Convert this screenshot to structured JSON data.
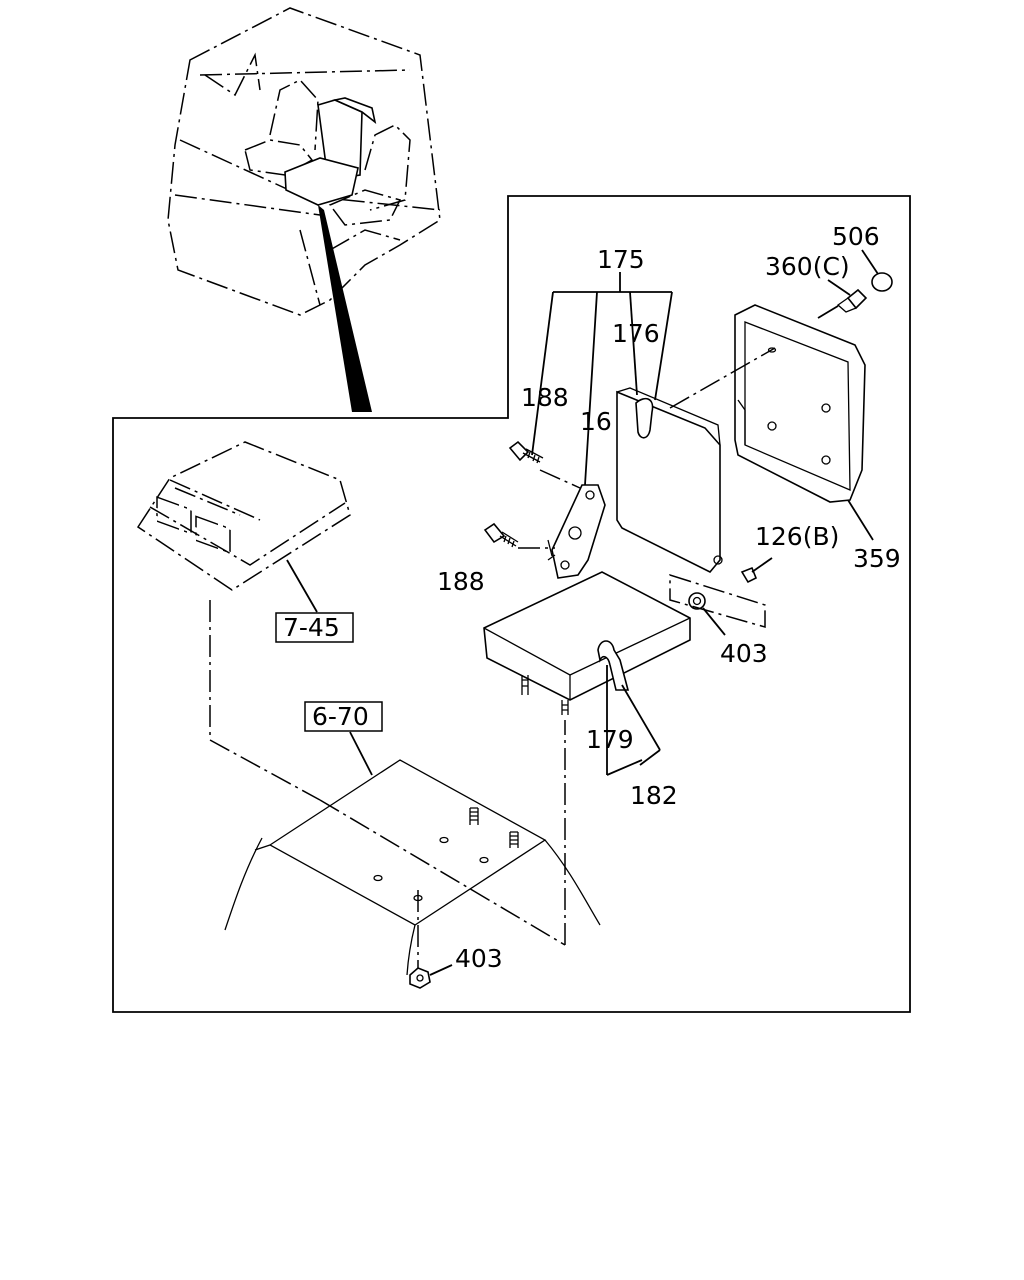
{
  "labels": {
    "l175": "175",
    "l176": "176",
    "l188a": "188",
    "l16": "16",
    "l188b": "188",
    "l506": "506",
    "l360c": "360(C)",
    "l126b": "126(B)",
    "l359": "359",
    "l403a": "403",
    "l179": "179",
    "l182": "182",
    "l745": "7-45",
    "l670": "6-70",
    "l403b": "403"
  }
}
